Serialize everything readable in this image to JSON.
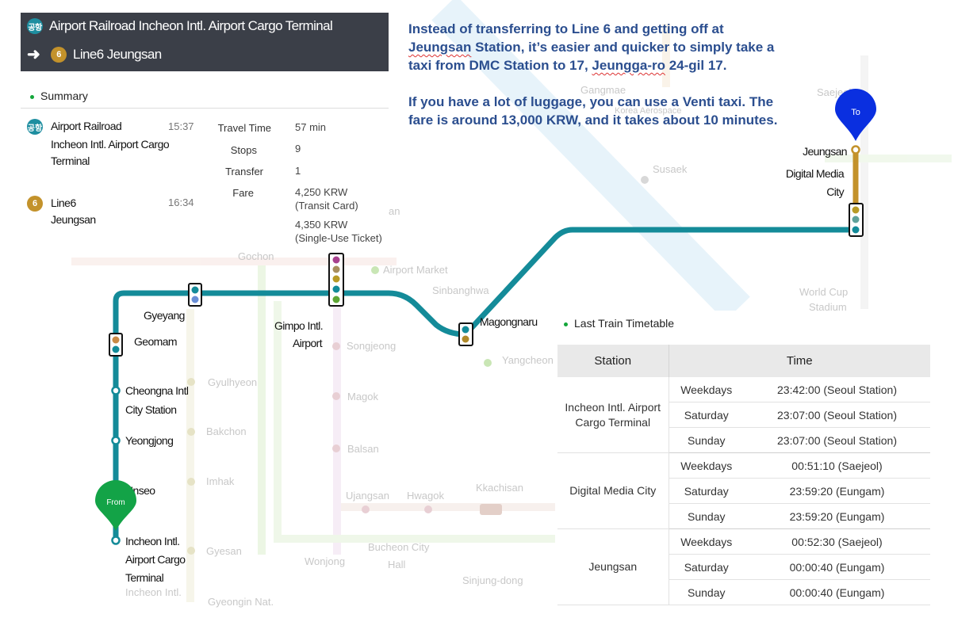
{
  "header": {
    "line1_badge": "공항",
    "line1_text": "Airport Railroad Incheon Intl. Airport Cargo Terminal",
    "line2_badge": "6",
    "line2_text": "Line6 Jeungsan"
  },
  "summary": {
    "title": "Summary",
    "origin": {
      "badge": "공항",
      "line": "Airport Railroad",
      "station_1": "Incheon Intl. Airport Cargo",
      "station_2": "Terminal",
      "time": "15:37"
    },
    "dest": {
      "badge": "6",
      "line": "Line6",
      "station": "Jeungsan",
      "time": "16:34"
    },
    "stats": {
      "travel_time_label": "Travel Time",
      "travel_time": "57 min",
      "stops_label": "Stops",
      "stops": "9",
      "transfer_label": "Transfer",
      "transfer": "1",
      "fare_label": "Fare",
      "fare_1": "4,250 KRW",
      "fare_1_note": "(Transit Card)",
      "fare_2": "4,350 KRW",
      "fare_2_note": "(Single-Use Ticket)"
    }
  },
  "note": {
    "p1_a": "Instead of transferring to Line 6 and getting off at ",
    "p1_squiggle1": "Jeungsan",
    "p1_b": " Station, it’s easier and quicker to simply take a taxi from DMC Station to 17, ",
    "p1_squiggle2": "Jeungga-ro",
    "p1_c": " 24-gil 17.",
    "p2": "If you have a lot of luggage, you can use a Venti taxi.  The fare is around 13,000 KRW, and it takes about 10 minutes."
  },
  "map": {
    "pin_to": "To",
    "pin_from": "From",
    "stations": {
      "jeungsan": "Jeungsan",
      "dmc_1": "Digital Media",
      "dmc_2": "City",
      "gyeyang": "Gyeyang",
      "geomam": "Geomam",
      "gimpo_1": "Gimpo Intl.",
      "gimpo_2": "Airport",
      "magongnaru": "Magongnaru",
      "cheongna_1": "Cheongna Intl",
      "cheongna_2": "City Station",
      "yeongjong": "Yeongjong",
      "unseo": "Unseo",
      "incheon_1": "Incheon Intl.",
      "incheon_2": "Airport Cargo",
      "incheon_3": "Terminal"
    },
    "faded": {
      "gangmae": "Gangmae",
      "saejeol": "Saejeol",
      "susaek": "Susaek",
      "gochon": "Gochon",
      "airport_market": "Airport Market",
      "sinbanghwa": "Sinbanghwa",
      "yangcheon": "Yangcheon",
      "world_cup_1": "World Cup",
      "world_cup_2": "Stadium",
      "songjeong": "Songjeong",
      "gyulhyeon": "Gyulhyeon",
      "magok": "Magok",
      "bakchon": "Bakchon",
      "balsan": "Balsan",
      "imhak": "Imhak",
      "ujangsan": "Ujangsan",
      "hwagok": "Hwagok",
      "kkachisan": "Kkachisan",
      "gyesan": "Gyesan",
      "bucheon_1": "Bucheon City",
      "bucheon_2": "Hall",
      "wonjong": "Wonjong",
      "sinjung": "Sinjung-dong",
      "incheon_intl": "Incheon Intl.",
      "gyeongin": "Gyeongin Nat.",
      "korea_aero": "Korea Aerospace",
      "an": "an"
    }
  },
  "timetable": {
    "title": "Last Train Timetable",
    "col_station": "Station",
    "col_time": "Time",
    "groups": [
      {
        "station": "Incheon Intl. Airport Cargo Terminal",
        "rows": [
          {
            "day": "Weekdays",
            "time": "23:42:00 (Seoul Station)"
          },
          {
            "day": "Saturday",
            "time": "23:07:00 (Seoul Station)"
          },
          {
            "day": "Sunday",
            "time": "23:07:00 (Seoul Station)"
          }
        ]
      },
      {
        "station": "Digital Media City",
        "rows": [
          {
            "day": "Weekdays",
            "time": "00:51:10 (Saejeol)"
          },
          {
            "day": "Saturday",
            "time": "23:59:20 (Eungam)"
          },
          {
            "day": "Sunday",
            "time": "23:59:20 (Eungam)"
          }
        ]
      },
      {
        "station": "Jeungsan",
        "rows": [
          {
            "day": "Weekdays",
            "time": "00:52:30 (Saejeol)"
          },
          {
            "day": "Saturday",
            "time": "00:00:40 (Eungam)"
          },
          {
            "day": "Sunday",
            "time": "00:00:40 (Eungam)"
          }
        ]
      }
    ]
  },
  "colors": {
    "airport_line": "#148b99",
    "line6": "#c3922b",
    "from_pin": "#13a347",
    "to_pin": "#0a2fe0",
    "note_text": "#2b4e8f"
  }
}
